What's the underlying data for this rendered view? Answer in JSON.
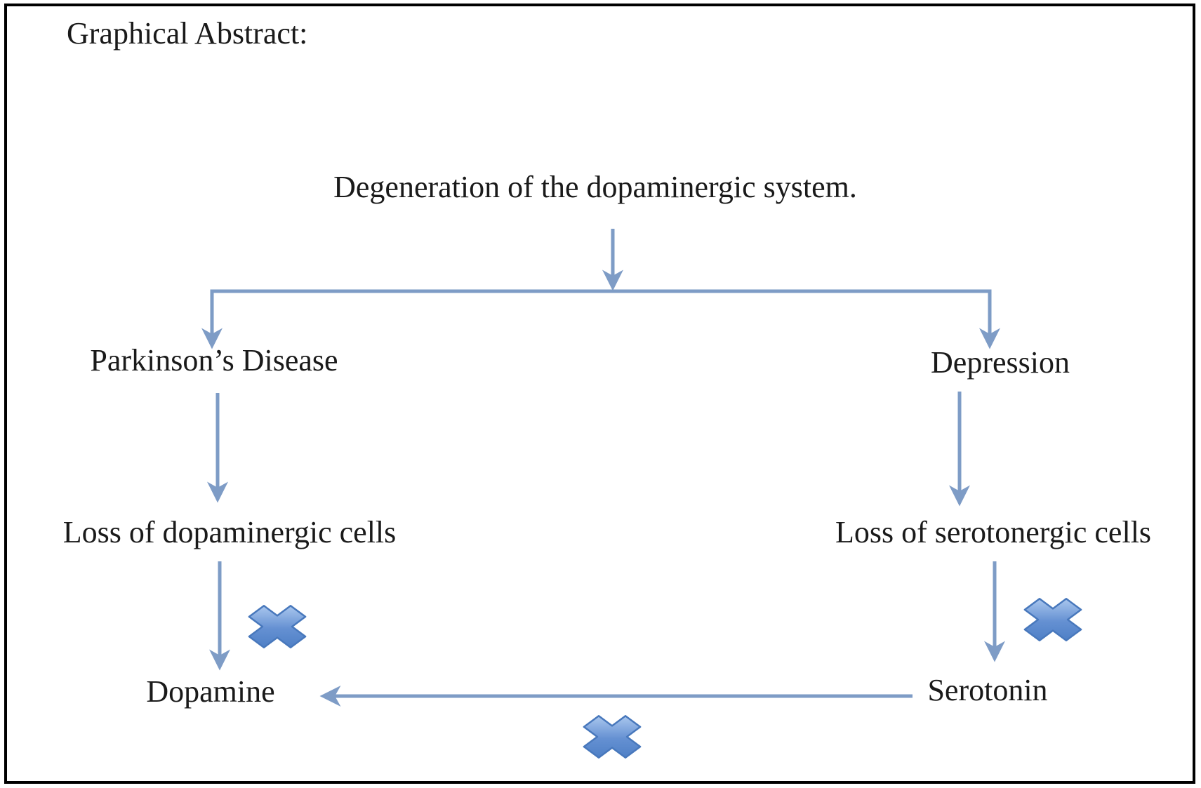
{
  "page": {
    "title": "Graphical Abstract:"
  },
  "diagram": {
    "root": {
      "label": "Degeneration of the dopaminergic system."
    },
    "left_branch": {
      "disease": "Parkinson’s Disease",
      "loss": "Loss of dopaminergic cells",
      "neurotransmitter": "Dopamine"
    },
    "right_branch": {
      "disease": "Depression",
      "loss": "Loss of serotonergic cells",
      "neurotransmitter": "Serotonin"
    },
    "relations": {
      "serotonin_to_dopamine": "blocked",
      "loss_dopaminergic_to_dopamine": "blocked",
      "loss_serotonergic_to_serotonin": "blocked"
    },
    "icons": {
      "blocked_marker": "blue-x-multiply-shape"
    }
  },
  "colors": {
    "arrow": "#7e9cc6",
    "x_fill_light": "#aac7ee",
    "x_fill_mid": "#6490d2",
    "x_fill_dark": "#4f80c6",
    "x_stroke": "#4878bc",
    "text": "#1a1a1a",
    "frame": "#000000",
    "background": "#ffffff"
  }
}
